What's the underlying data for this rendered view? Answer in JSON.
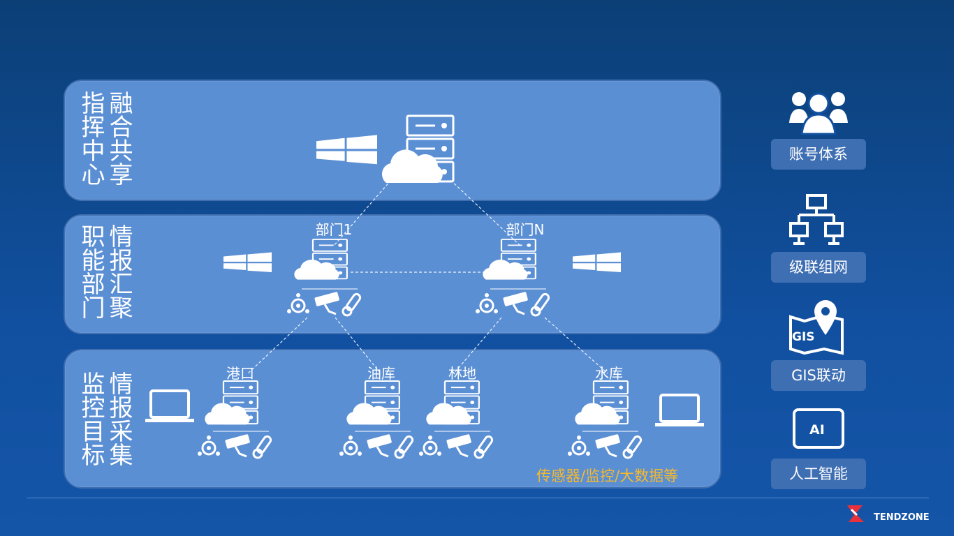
{
  "tiers": [
    {
      "label_col1": "指挥中心",
      "label_col2": "融合共享"
    },
    {
      "label_col1": "职能部门",
      "label_col2": "情报汇聚"
    },
    {
      "label_col1": "监控目标",
      "label_col2": "情报采集"
    }
  ],
  "nodes": {
    "dept1": "部门1",
    "deptN": "部门N",
    "port": "港口",
    "oil": "油库",
    "forest": "林地",
    "reservoir": "水库"
  },
  "sensors_note": "传感器/监控/大数据等",
  "right_panel": [
    {
      "label": "账号体系",
      "icon": "users-icon"
    },
    {
      "label": "级联组网",
      "icon": "network-icon"
    },
    {
      "label": "GIS联动",
      "icon": "gis-map-icon"
    },
    {
      "label": "人工智能",
      "icon": "ai-icon"
    }
  ],
  "gis_badge": "GIS",
  "ai_badge": "AI",
  "logo": "TENDZONE",
  "colors": {
    "accent": "#f6b92c",
    "tier_fill": "#5b8fd4",
    "background": "#0b3f76"
  }
}
